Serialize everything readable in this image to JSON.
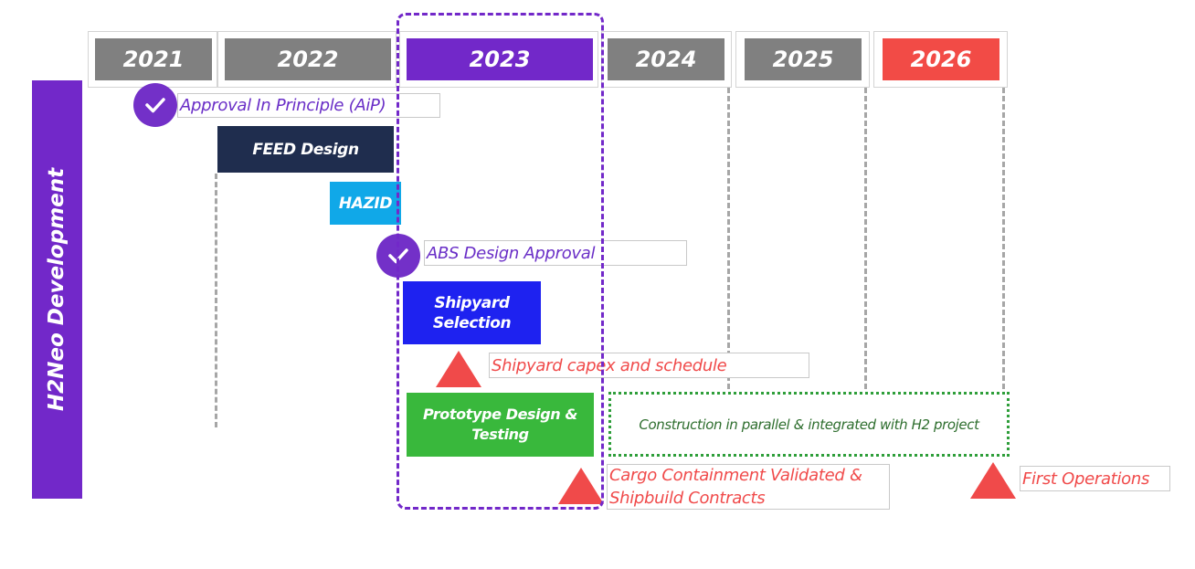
{
  "years": [
    {
      "label": "2021",
      "color": "#808080"
    },
    {
      "label": "2022",
      "color": "#808080"
    },
    {
      "label": "2023",
      "color": "#7228c9"
    },
    {
      "label": "2024",
      "color": "#808080"
    },
    {
      "label": "2025",
      "color": "#808080"
    },
    {
      "label": "2026",
      "color": "#f24b46"
    }
  ],
  "side_label": "H2Neo  Development",
  "milestones": {
    "aip": "Approval In Principle (AiP)",
    "abs": "ABS Design Approval"
  },
  "activities": {
    "feed": "FEED Design",
    "hazid": "HAZID",
    "shipyard": "Shipyard Selection",
    "prototype": "Prototype Design & Testing",
    "construction": "Construction in parallel & integrated with H2 project"
  },
  "gates": {
    "capex": "Shipyard capex and schedule",
    "cargo": "Cargo Containment Validated & Shipbuild Contracts",
    "first_ops": "First Operations"
  },
  "colors": {
    "accent_purple": "#7228c9",
    "feed": "#1f2d4e",
    "hazid": "#10a8e8",
    "shipyard": "#1e22f0",
    "prototype": "#39b83c",
    "construction_border": "#2e9e3a",
    "gate_red": "#f04a4a"
  }
}
